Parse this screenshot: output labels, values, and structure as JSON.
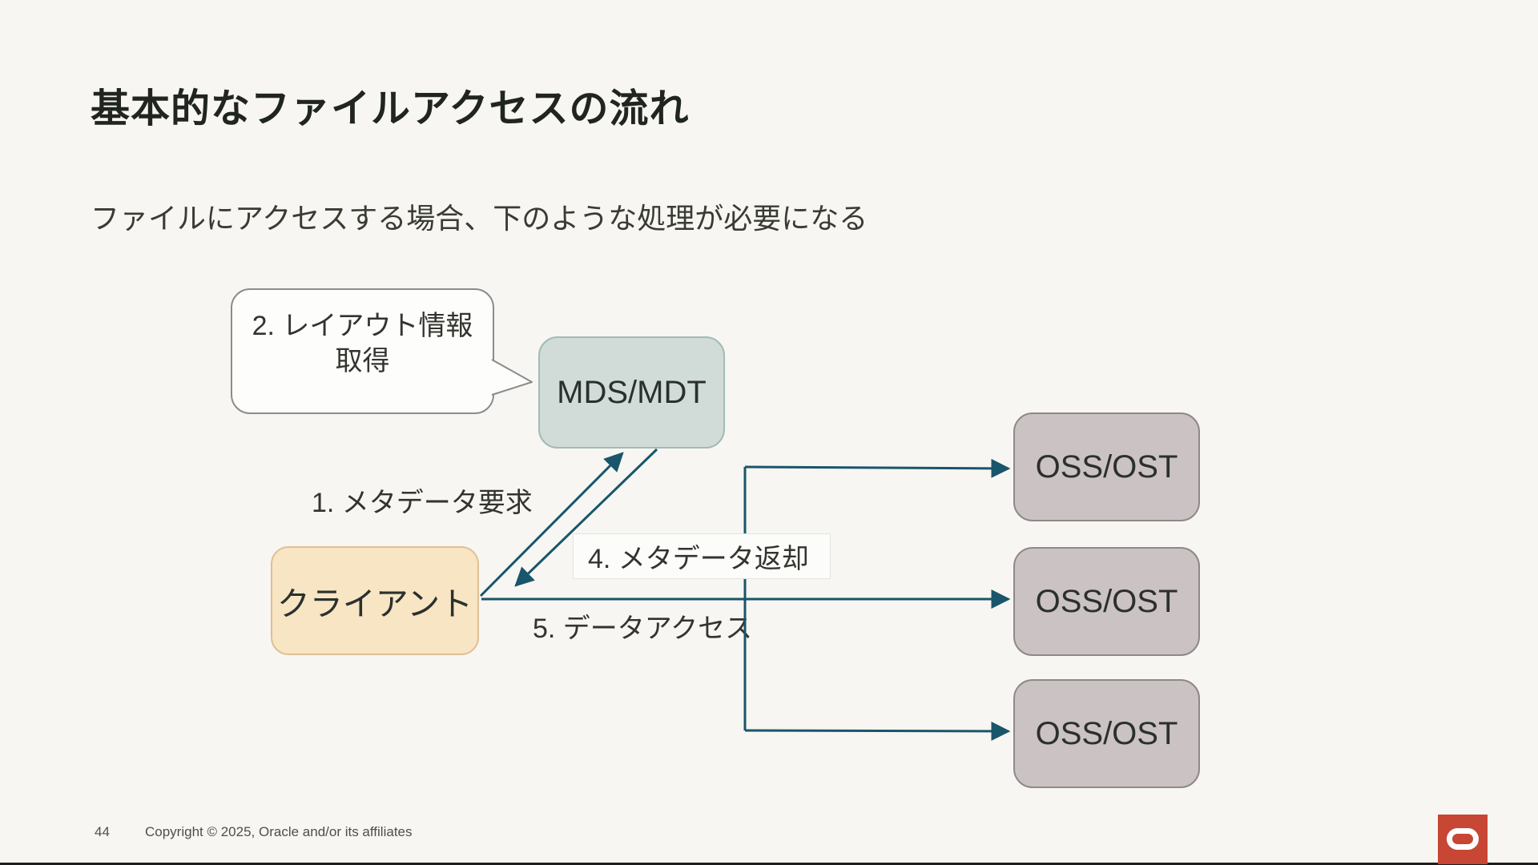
{
  "slide": {
    "title": "基本的なファイルアクセスの流れ",
    "subtitle": "ファイルにアクセスする場合、下のような処理が必要になる",
    "page_number": "44",
    "copyright": "Copyright © 2025, Oracle and/or its affiliates"
  },
  "diagram": {
    "callout": {
      "line1": "2. レイアウト情報",
      "line2": "取得"
    },
    "nodes": {
      "mds": {
        "label": "MDS/MDT"
      },
      "client": {
        "label": "クライアント"
      },
      "oss": [
        {
          "label": "OSS/OST"
        },
        {
          "label": "OSS/OST"
        },
        {
          "label": "OSS/OST"
        }
      ]
    },
    "labels": {
      "step1": "1. メタデータ要求",
      "step4": "4. メタデータ返却",
      "step5": "5. データアクセス"
    },
    "colors": {
      "background": "#f7f6f2",
      "arrow": "#19556b",
      "mds_fill": "#d1dcd9",
      "mds_border": "#a3bab6",
      "client_fill": "#f7e5c4",
      "client_border": "#e0bf92",
      "oss_fill": "#cbc2c3",
      "oss_border": "#8f8889",
      "callout_border": "#8c8c8a",
      "oracle_red": "#c74634"
    }
  }
}
